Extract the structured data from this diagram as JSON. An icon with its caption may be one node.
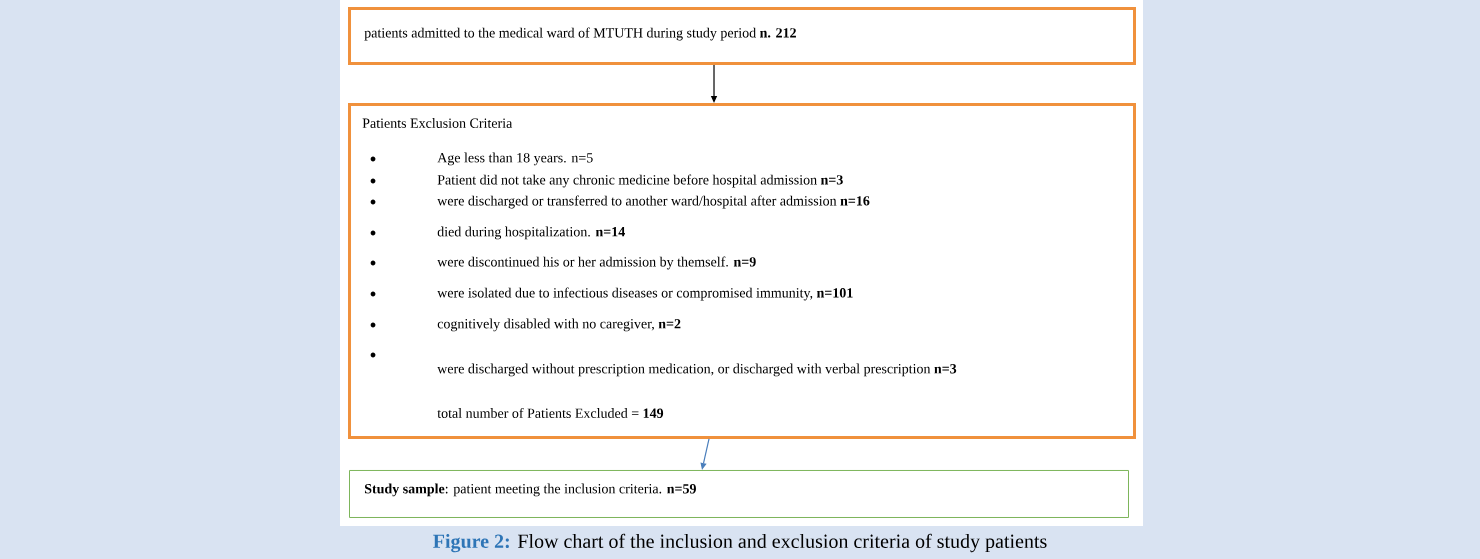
{
  "diagram": {
    "caption": "**Figure 2:** Flow chart of the inclusion and exclusion criteria of study patients",
    "nodes": [
      {
        "text": [
          "patients admitted to the medical ward of MTUTH during study period **n. 212**"
        ]
      },
      {
        "text": [
          "Patients Exclusion Criteria",
          "Age less than 18 years. n=5",
          "Patient did not take any chronic medicine before hospital admission **n=3**",
          "were discharged or transferred to another ward/hospital after admission **n=16**",
          "died during hospitalization. **n=14**",
          "were discontinued his or her admission by themself. **n=9**",
          "were isolated due to infectious diseases or compromised immunity, **n=101**",
          "cognitively disabled with no caregiver, **n=2**",
          "were discharged without prescription medication, or discharged with verbal prescription **n=3**",
          "total number of Patients Excluded = **149**"
        ]
      },
      {
        "text": [
          "**Study sample**: patient meeting the inclusion criteria. **n=59**"
        ]
      }
    ],
    "edges": [
      {
        "from": 0,
        "to": 1,
        "arrow": "to"
      },
      {
        "from": 1,
        "to": 2,
        "arrow": "to",
        "color": "#4a7ebb"
      }
    ]
  }
}
